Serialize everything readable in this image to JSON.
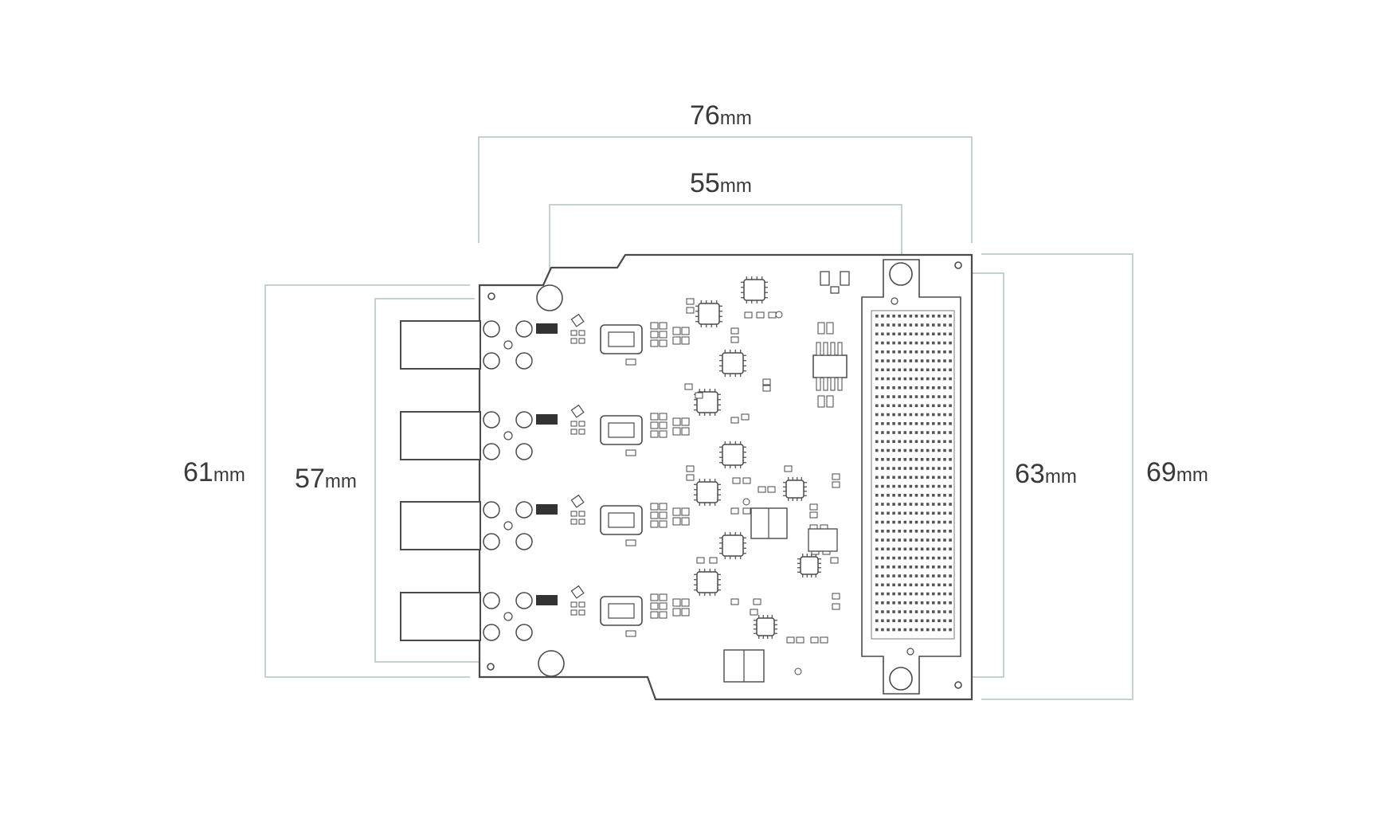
{
  "dimensions": {
    "width_outer": {
      "value": "76",
      "unit": "mm"
    },
    "width_inner": {
      "value": "55",
      "unit": "mm"
    },
    "height_left_outer": {
      "value": "61",
      "unit": "mm"
    },
    "height_left_inner": {
      "value": "57",
      "unit": "mm"
    },
    "height_right_inner": {
      "value": "63",
      "unit": "mm"
    },
    "height_right_outer": {
      "value": "69",
      "unit": "mm"
    }
  },
  "colors": {
    "dimension_line": "#c5d0d0",
    "board_outline": "#4a4a4a",
    "text": "#3a3a3a"
  },
  "board": {
    "port_count": 4,
    "connector_grid": {
      "rows": 36,
      "cols": 14
    }
  }
}
